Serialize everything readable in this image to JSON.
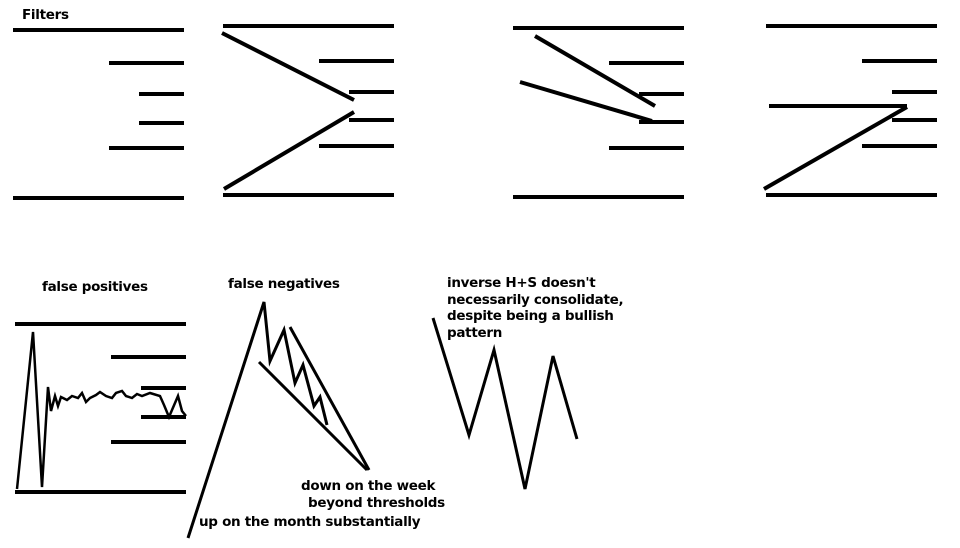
{
  "labels": {
    "filters": "Filters",
    "false_positives": "false positives",
    "false_negatives": "false negatives",
    "hs_line1": "inverse H+S doesn't",
    "hs_line2": "necessarily consolidate,",
    "hs_line3": "despite being a bullish",
    "hs_line4": "pattern",
    "down_week": "down on the week",
    "beyond_thresholds": "beyond thresholds",
    "up_month": "up on the month substantially"
  },
  "colors": {
    "ink": "#000000",
    "background": "#ffffff"
  }
}
